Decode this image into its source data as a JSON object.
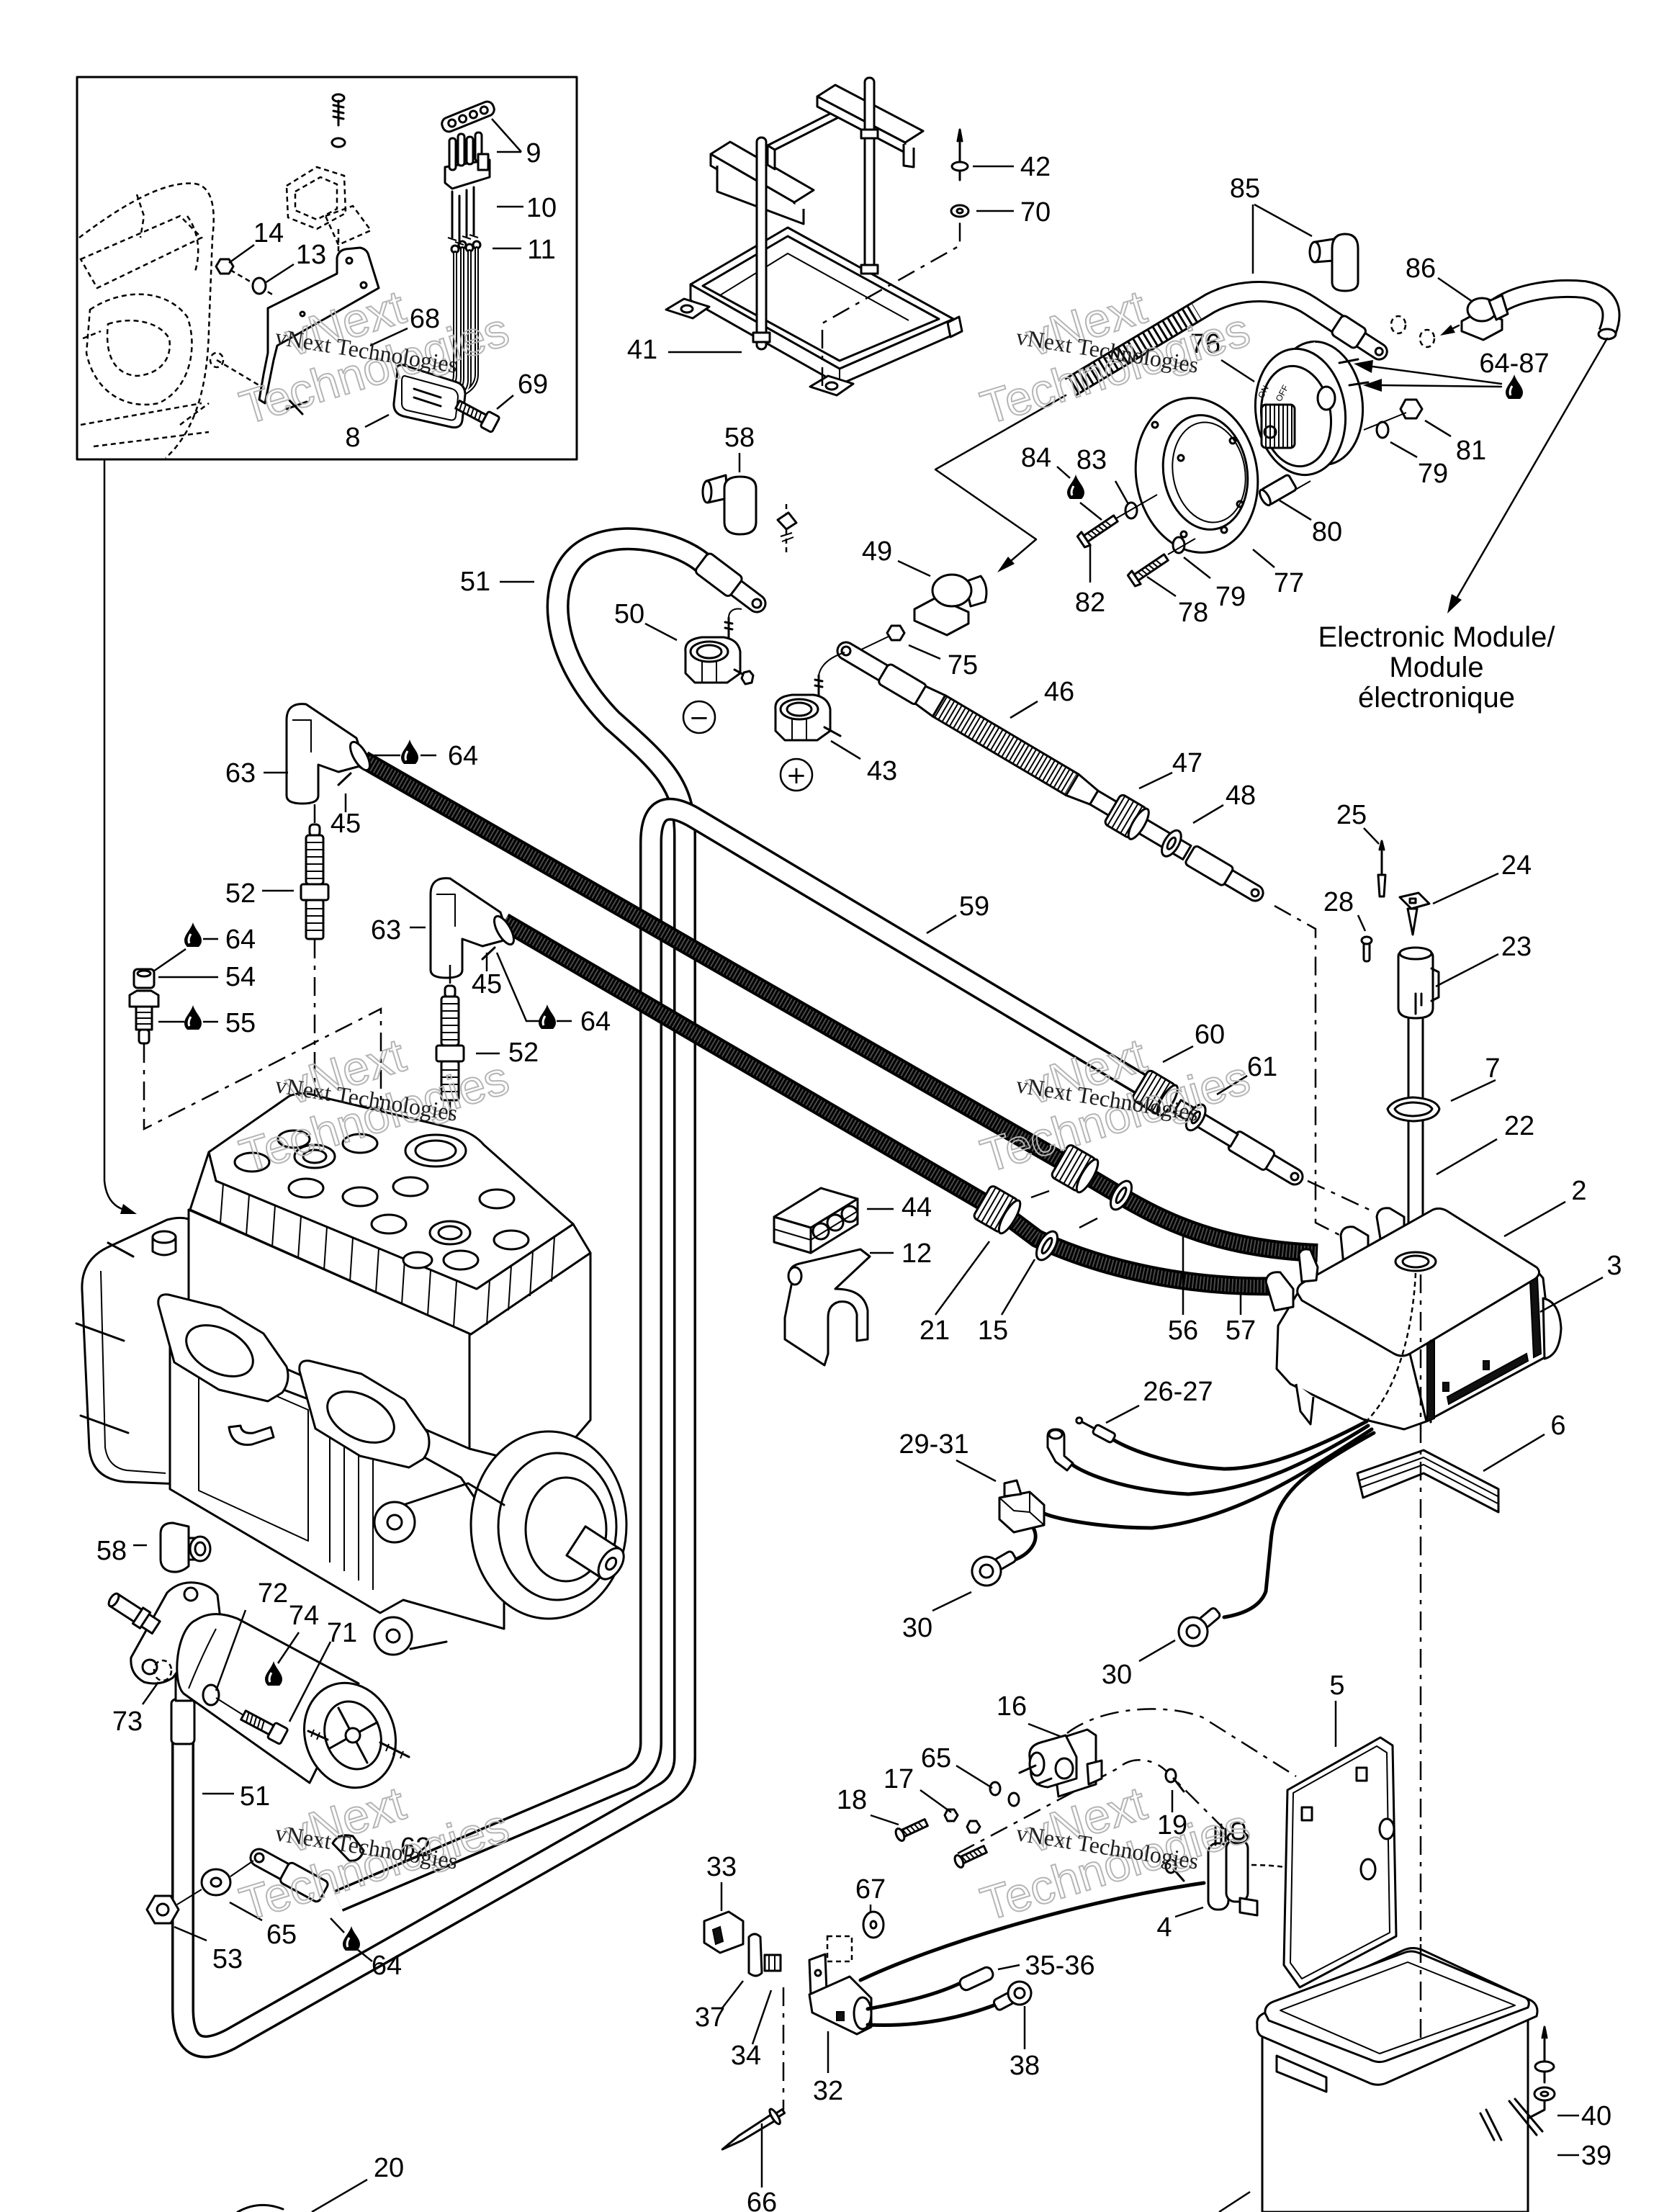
{
  "callouts": [
    "9",
    "10",
    "11",
    "14",
    "13",
    "68",
    "69",
    "8",
    "42",
    "70",
    "41",
    "85",
    "86",
    "76",
    "64-87",
    "81",
    "79",
    "80",
    "77",
    "79",
    "78",
    "82",
    "84",
    "83",
    "49",
    "75",
    "46",
    "58",
    "51",
    "50",
    "43",
    "63",
    "64",
    "45",
    "52",
    "64",
    "54",
    "55",
    "63",
    "45",
    "64",
    "52",
    "47",
    "48",
    "59",
    "25",
    "24",
    "28",
    "23",
    "60",
    "61",
    "7",
    "22",
    "2",
    "3",
    "44",
    "12",
    "21",
    "15",
    "56",
    "57",
    "26-27",
    "29-31",
    "6",
    "30",
    "30",
    "5",
    "16",
    "65",
    "17",
    "18",
    "19",
    "33",
    "67",
    "4",
    "35-36",
    "37",
    "34",
    "38",
    "32",
    "40",
    "39",
    "66",
    "58",
    "72",
    "74",
    "71",
    "73",
    "51",
    "62",
    "65",
    "53",
    "64",
    "20"
  ],
  "module_reference": {
    "line1": "Electronic Module/",
    "line2": "Module",
    "line3": "électronique"
  },
  "polarity": {
    "negative": "−",
    "positive": "+"
  },
  "switch_marks": {
    "on": "ON",
    "off": "OFF"
  },
  "watermark": {
    "small": "vNext Technologies",
    "big_top": "vNext",
    "big_bottom": "Technologies"
  },
  "colors": {
    "line": "#000000",
    "background": "#ffffff",
    "watermark_outline": "#b5b5b5",
    "braided_wire": "#111111"
  }
}
